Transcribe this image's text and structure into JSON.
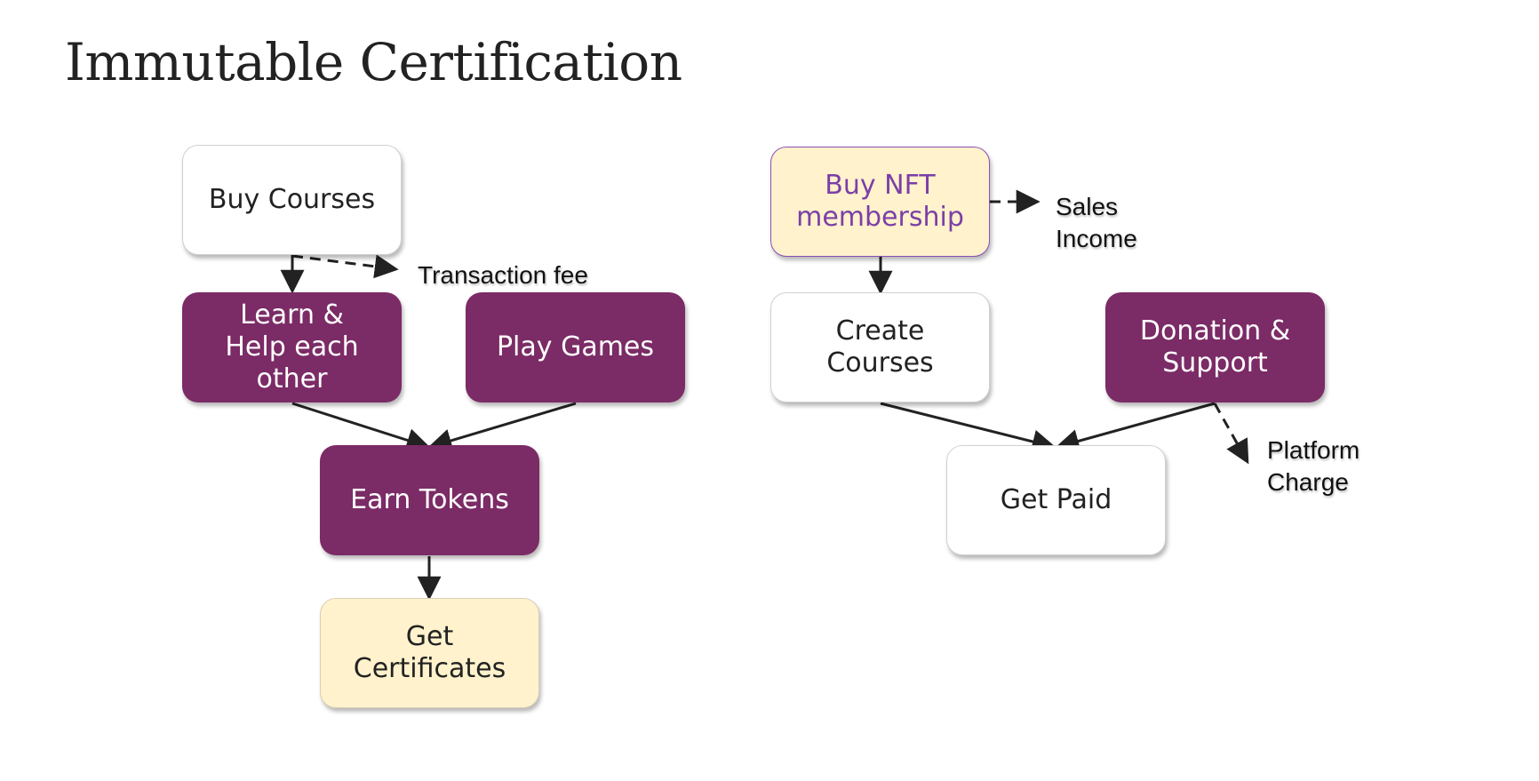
{
  "title": "Immutable Certification",
  "colors": {
    "purple": "#7b2b66",
    "cream": "#fff2cc",
    "accent_text": "#7b3fa8",
    "arrow": "#222222"
  },
  "left_flow": {
    "buy_courses": "Buy Courses",
    "learn_help": "Learn &\nHelp each\nother",
    "play_games": "Play Games",
    "earn_tokens": "Earn Tokens",
    "get_certificates": "Get\nCertificates",
    "transaction_fee": "Transaction fee"
  },
  "right_flow": {
    "buy_nft": "Buy NFT\nmembership",
    "sales_income": "Sales\nIncome",
    "create_courses": "Create\nCourses",
    "donation_support": "Donation &\nSupport",
    "get_paid": "Get Paid",
    "platform_charge": "Platform\nCharge"
  }
}
